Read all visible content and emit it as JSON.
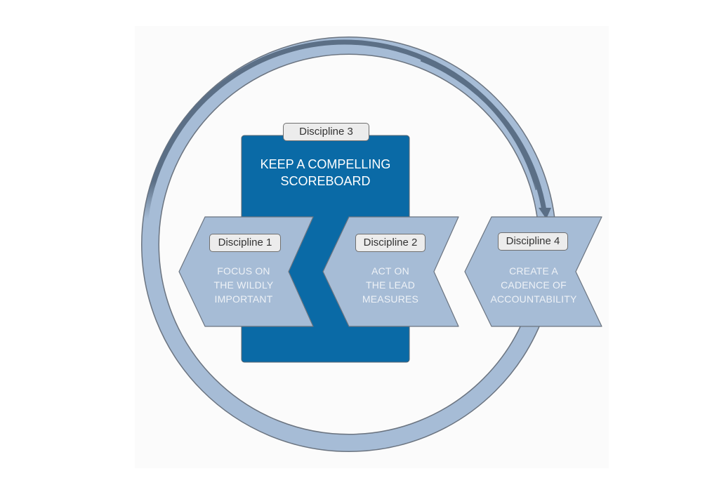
{
  "diagram": {
    "title": "The 4 Disciplines of Execution",
    "colors": {
      "ring_fill": "#a6bcd6",
      "ring_stroke": "#6b7480",
      "ring_inner_line": "#5b6f86",
      "scoreboard_fill": "#0a6aa6",
      "chevron_fill": "#a6bcd6",
      "pill_fill": "#ececec"
    },
    "scoreboard": {
      "pill": "Discipline 3",
      "title_line1": "KEEP A COMPELLING",
      "title_line2": "SCOREBOARD"
    },
    "chevrons": [
      {
        "pill": "Discipline 1",
        "lines": [
          "FOCUS ON",
          "THE WILDLY",
          "IMPORTANT"
        ]
      },
      {
        "pill": "Discipline 2",
        "lines": [
          "ACT ON",
          "THE LEAD",
          "MEASURES"
        ]
      },
      {
        "pill": "Discipline 4",
        "lines": [
          "CREATE A",
          "CADENCE OF",
          "ACCOUNTABILITY"
        ]
      }
    ],
    "cycle_arrow": {
      "direction": "clockwise",
      "points_to": "Discipline 4"
    }
  }
}
